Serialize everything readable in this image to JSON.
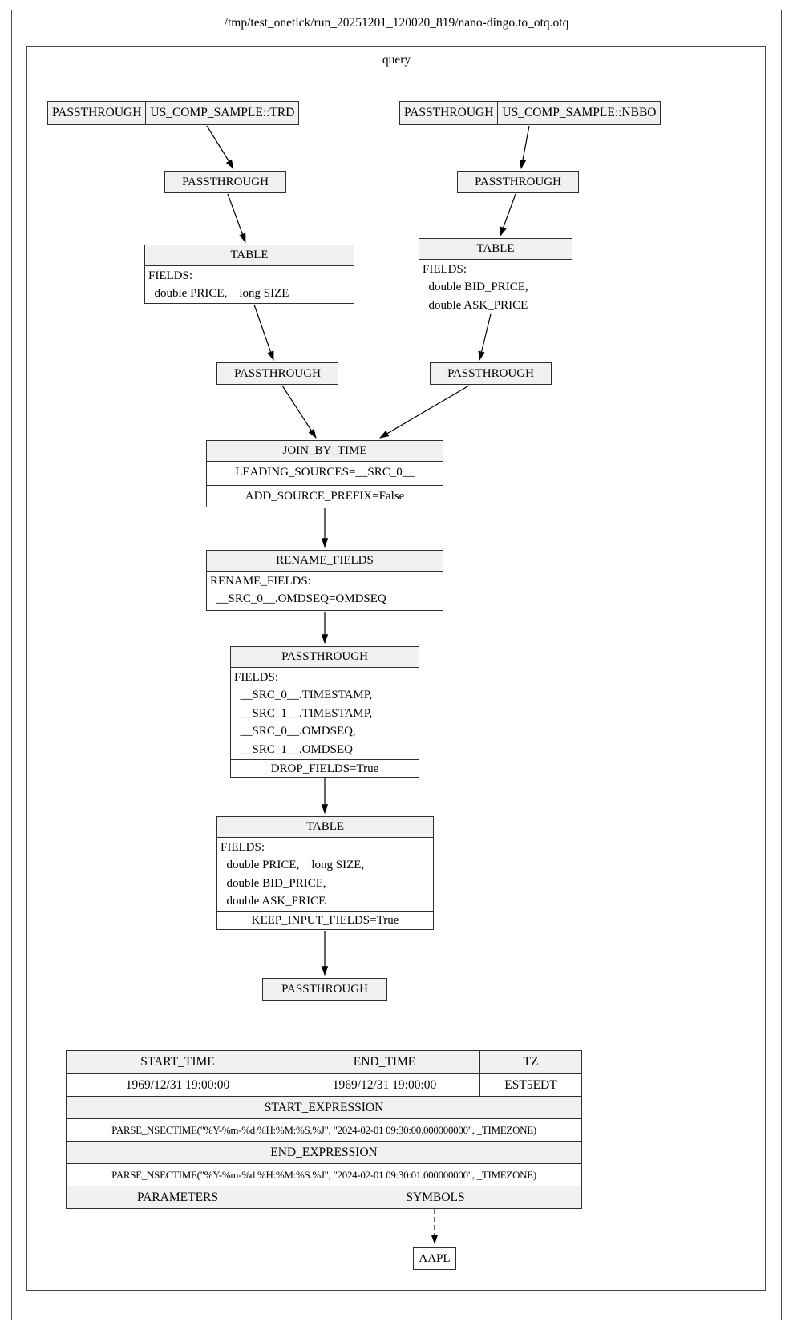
{
  "title": "/tmp/test_onetick/run_20251201_120020_819/nano-dingo.to_otq.otq",
  "cluster_label": "query",
  "nodes": {
    "src_trd": {
      "cells": [
        "PASSTHROUGH",
        "US_COMP_SAMPLE::TRD"
      ]
    },
    "src_nbbo": {
      "cells": [
        "PASSTHROUGH",
        "US_COMP_SAMPLE::NBBO"
      ]
    },
    "pt1_left": {
      "label": "PASSTHROUGH"
    },
    "pt1_right": {
      "label": "PASSTHROUGH"
    },
    "table_left": {
      "header": "TABLE",
      "body_lines": [
        "FIELDS:",
        "  double PRICE,    long SIZE"
      ]
    },
    "table_right": {
      "header": "TABLE",
      "body_lines": [
        "FIELDS:",
        "  double BID_PRICE,",
        "  double ASK_PRICE"
      ]
    },
    "pt2_left": {
      "label": "PASSTHROUGH"
    },
    "pt2_right": {
      "label": "PASSTHROUGH"
    },
    "join_by_time": {
      "header": "JOIN_BY_TIME",
      "rows": [
        "LEADING_SOURCES=__SRC_0__",
        "ADD_SOURCE_PREFIX=False"
      ]
    },
    "rename_fields": {
      "header": "RENAME_FIELDS",
      "body_lines": [
        "RENAME_FIELDS:",
        "  __SRC_0__.OMDSEQ=OMDSEQ"
      ]
    },
    "passthrough_fields": {
      "header": "PASSTHROUGH",
      "body_lines": [
        "FIELDS:",
        "  __SRC_0__.TIMESTAMP,",
        "  __SRC_1__.TIMESTAMP,",
        "  __SRC_0__.OMDSEQ,",
        "  __SRC_1__.OMDSEQ"
      ],
      "footer": "DROP_FIELDS=True"
    },
    "table_final": {
      "header": "TABLE",
      "body_lines": [
        "FIELDS:",
        "  double PRICE,    long SIZE,",
        "  double BID_PRICE,",
        "  double ASK_PRICE"
      ],
      "footer": "KEEP_INPUT_FIELDS=True"
    },
    "pt_final": {
      "label": "PASSTHROUGH"
    },
    "symbol": {
      "label": "AAPL"
    }
  },
  "query_table": {
    "col_headers": [
      "START_TIME",
      "END_TIME",
      "TZ"
    ],
    "col_values": [
      "1969/12/31 19:00:00",
      "1969/12/31 19:00:00",
      "EST5EDT"
    ],
    "start_expression_header": "START_EXPRESSION",
    "start_expression": "PARSE_NSECTIME(\"%Y-%m-%d %H:%M:%S.%J\", \"2024-02-01 09:30:00.000000000\", _TIMEZONE)",
    "end_expression_header": "END_EXPRESSION",
    "end_expression": "PARSE_NSECTIME(\"%Y-%m-%d %H:%M:%S.%J\", \"2024-02-01 09:30:01.000000000\", _TIMEZONE)",
    "parameters_header": "PARAMETERS",
    "symbols_header": "SYMBOLS"
  },
  "colors": {
    "node_fill": "#f1f1f1",
    "cell_fill": "#ffffff",
    "border": "#2f2f2f",
    "edge": "#000000"
  }
}
